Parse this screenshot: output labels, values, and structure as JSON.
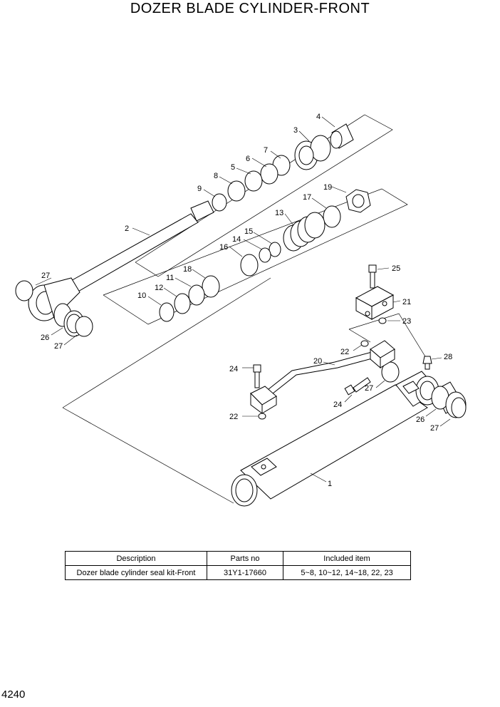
{
  "title": "DOZER BLADE CYLINDER-FRONT",
  "page_number": "4240",
  "callouts": {
    "p1": "1",
    "p2": "2",
    "p3": "3",
    "p4": "4",
    "p5": "5",
    "p6": "6",
    "p7": "7",
    "p8": "8",
    "p9": "9",
    "p10": "10",
    "p11": "11",
    "p12": "12",
    "p13": "13",
    "p14": "14",
    "p15": "15",
    "p16": "16",
    "p17": "17",
    "p18": "18",
    "p19": "19",
    "p20": "20",
    "p21": "21",
    "p22": "22",
    "p23": "23",
    "p24": "24",
    "p25": "25",
    "p26": "26",
    "p27": "27",
    "p28": "28"
  },
  "kit_table": {
    "headers": [
      "Description",
      "Parts no",
      "Included item"
    ],
    "rows": [
      [
        "Dozer blade cylinder seal kit-Front",
        "31Y1-17660",
        "5~8, 10~12, 14~18, 22, 23"
      ]
    ]
  }
}
